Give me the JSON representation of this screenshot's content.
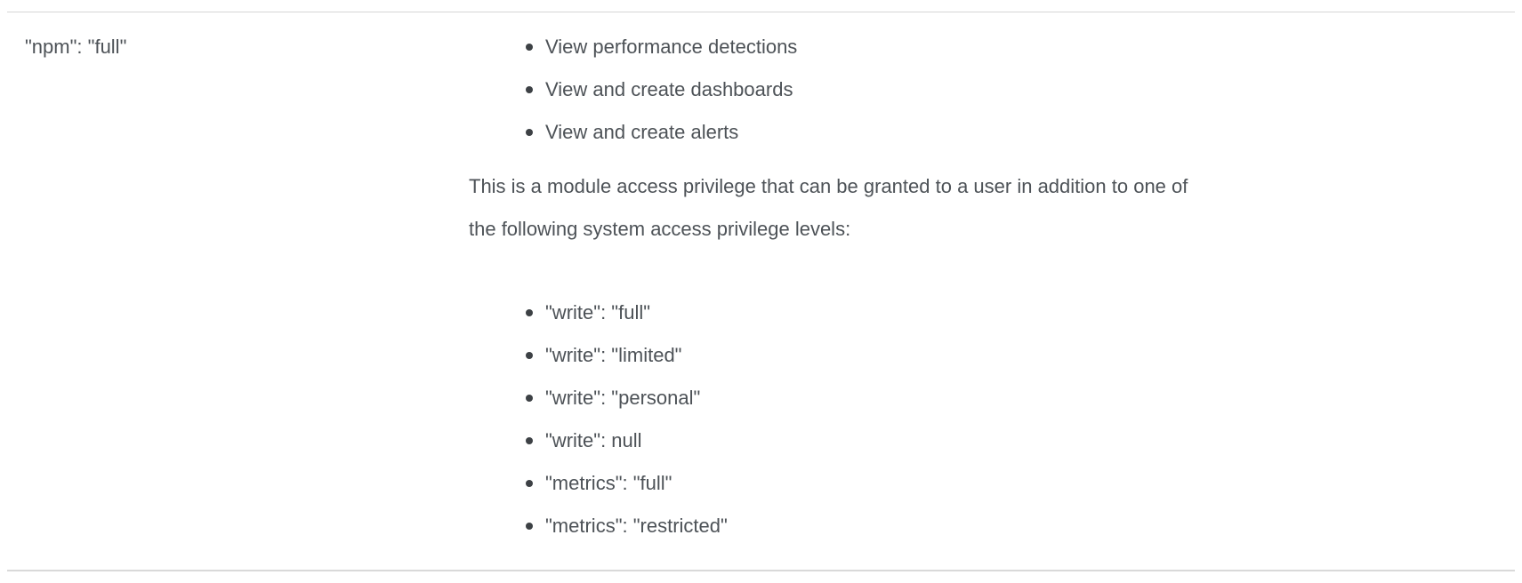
{
  "row": {
    "privilege_value": "\"npm\": \"full\"",
    "module_permissions": [
      "View performance detections",
      "View and create dashboards",
      "View and create alerts"
    ],
    "description_lines": [
      "This is a module access privilege that can be granted to a user in addition to one of",
      "the following system access privilege levels:"
    ],
    "system_access_levels": [
      "\"write\": \"full\"",
      "\"write\": \"limited\"",
      "\"write\": \"personal\"",
      "\"write\": null",
      "\"metrics\": \"full\"",
      "\"metrics\": \"restricted\""
    ]
  },
  "colors": {
    "text": "#4d5257",
    "bullet": "#3d4145",
    "border_top": "#d6d6d6",
    "border_bottom": "#d9d9d9",
    "background": "#ffffff"
  }
}
